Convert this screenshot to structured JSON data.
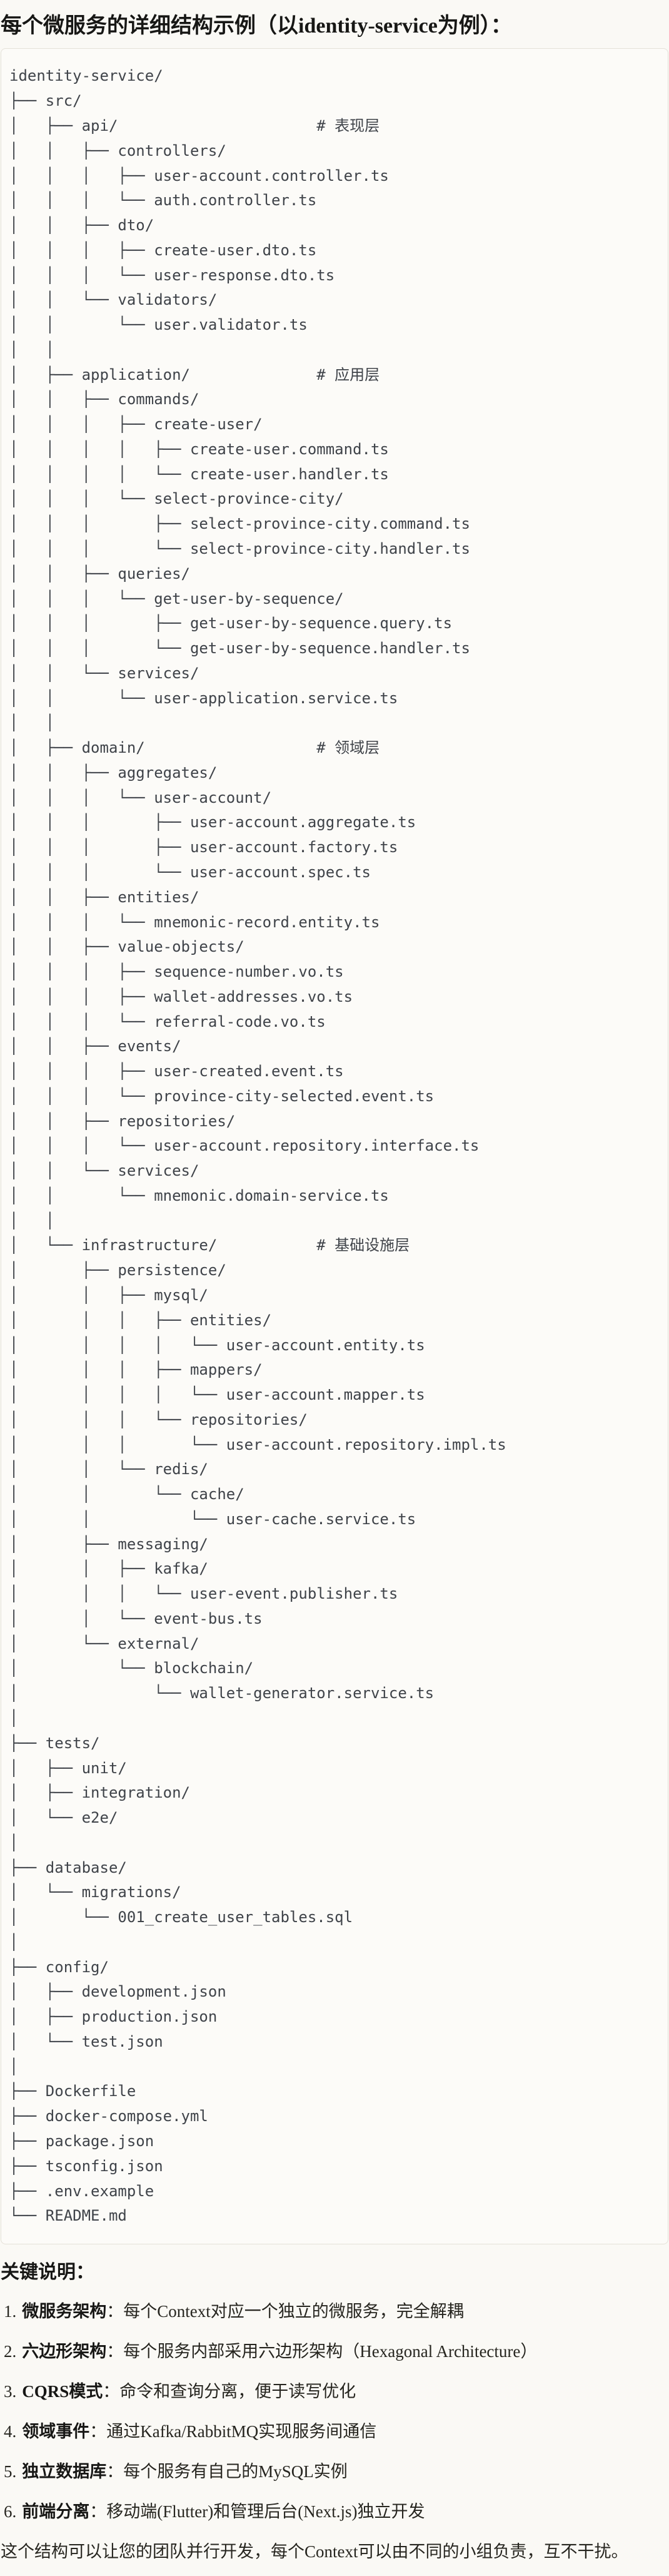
{
  "title": "每个微服务的详细结构示例（以identity-service为例）：",
  "code_block": {
    "language": "text",
    "tree_lines": [
      "identity-service/",
      "├── src/",
      "│   ├── api/                      # 表现层",
      "│   │   ├── controllers/",
      "│   │   │   ├── user-account.controller.ts",
      "│   │   │   └── auth.controller.ts",
      "│   │   ├── dto/",
      "│   │   │   ├── create-user.dto.ts",
      "│   │   │   └── user-response.dto.ts",
      "│   │   └── validators/",
      "│   │       └── user.validator.ts",
      "│   │",
      "│   ├── application/              # 应用层",
      "│   │   ├── commands/",
      "│   │   │   ├── create-user/",
      "│   │   │   │   ├── create-user.command.ts",
      "│   │   │   │   └── create-user.handler.ts",
      "│   │   │   └── select-province-city/",
      "│   │   │       ├── select-province-city.command.ts",
      "│   │   │       └── select-province-city.handler.ts",
      "│   │   ├── queries/",
      "│   │   │   └── get-user-by-sequence/",
      "│   │   │       ├── get-user-by-sequence.query.ts",
      "│   │   │       └── get-user-by-sequence.handler.ts",
      "│   │   └── services/",
      "│   │       └── user-application.service.ts",
      "│   │",
      "│   ├── domain/                   # 领域层",
      "│   │   ├── aggregates/",
      "│   │   │   └── user-account/",
      "│   │   │       ├── user-account.aggregate.ts",
      "│   │   │       ├── user-account.factory.ts",
      "│   │   │       └── user-account.spec.ts",
      "│   │   ├── entities/",
      "│   │   │   └── mnemonic-record.entity.ts",
      "│   │   ├── value-objects/",
      "│   │   │   ├── sequence-number.vo.ts",
      "│   │   │   ├── wallet-addresses.vo.ts",
      "│   │   │   └── referral-code.vo.ts",
      "│   │   ├── events/",
      "│   │   │   ├── user-created.event.ts",
      "│   │   │   └── province-city-selected.event.ts",
      "│   │   ├── repositories/",
      "│   │   │   └── user-account.repository.interface.ts",
      "│   │   └── services/",
      "│   │       └── mnemonic.domain-service.ts",
      "│   │",
      "│   └── infrastructure/           # 基础设施层",
      "│       ├── persistence/",
      "│       │   ├── mysql/",
      "│       │   │   ├── entities/",
      "│       │   │   │   └── user-account.entity.ts",
      "│       │   │   ├── mappers/",
      "│       │   │   │   └── user-account.mapper.ts",
      "│       │   │   └── repositories/",
      "│       │   │       └── user-account.repository.impl.ts",
      "│       │   └── redis/",
      "│       │       └── cache/",
      "│       │           └── user-cache.service.ts",
      "│       ├── messaging/",
      "│       │   ├── kafka/",
      "│       │   │   └── user-event.publisher.ts",
      "│       │   └── event-bus.ts",
      "│       └── external/",
      "│           └── blockchain/",
      "│               └── wallet-generator.service.ts",
      "│",
      "├── tests/",
      "│   ├── unit/",
      "│   ├── integration/",
      "│   └── e2e/",
      "│",
      "├── database/",
      "│   └── migrations/",
      "│       └── 001_create_user_tables.sql",
      "│",
      "├── config/",
      "│   ├── development.json",
      "│   ├── production.json",
      "│   └── test.json",
      "│",
      "├── Dockerfile",
      "├── docker-compose.yml",
      "├── package.json",
      "├── tsconfig.json",
      "├── .env.example",
      "└── README.md"
    ]
  },
  "notes": {
    "heading": "关键说明：",
    "items": [
      {
        "num": "1.",
        "label": "微服务架构",
        "colon": "：",
        "text": "每个Context对应一个独立的微服务，完全解耦"
      },
      {
        "num": "2.",
        "label": "六边形架构",
        "colon": "：",
        "text": "每个服务内部采用六边形架构（Hexagonal Architecture）"
      },
      {
        "num": "3.",
        "label": "CQRS模式",
        "colon": "：",
        "text": "命令和查询分离，便于读写优化"
      },
      {
        "num": "4.",
        "label": "领域事件",
        "colon": "：",
        "text": "通过Kafka/RabbitMQ实现服务间通信"
      },
      {
        "num": "5.",
        "label": "独立数据库",
        "colon": "：",
        "text": "每个服务有自己的MySQL实例"
      },
      {
        "num": "6.",
        "label": "前端分离",
        "colon": "：",
        "text": "移动端(Flutter)和管理后台(Next.js)独立开发"
      }
    ],
    "footer": "这个结构可以让您的团队并行开发，每个Context可以由不同的小组负责，互不干扰。"
  },
  "colors": {
    "page_background": "#faf9f5",
    "code_background": "#fcfbf8",
    "code_border": "#e4e1d8",
    "code_text": "#3f4349",
    "heading_text": "#171715",
    "body_text": "#26251f"
  }
}
